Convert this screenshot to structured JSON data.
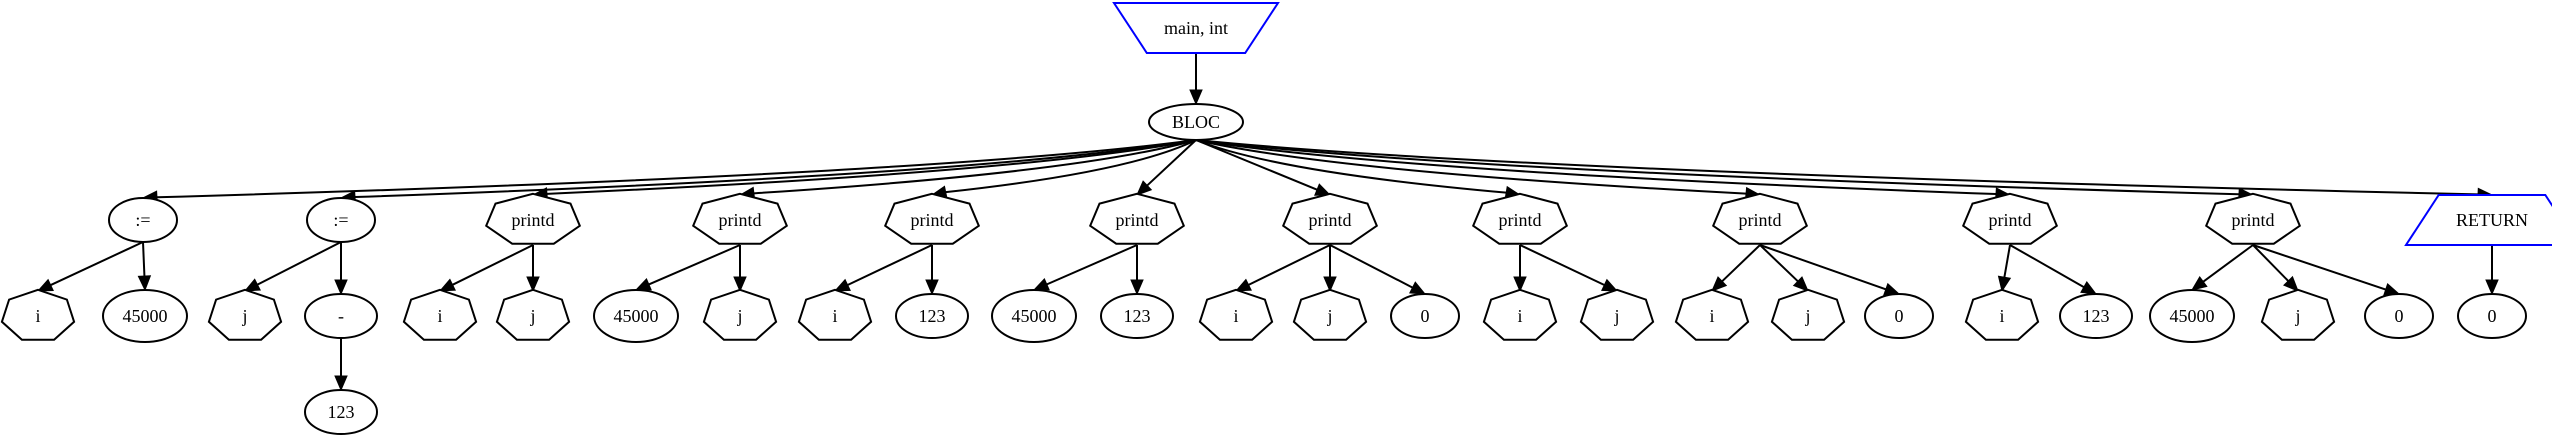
{
  "diagram": {
    "nodes": [
      {
        "id": "main",
        "label": "main, int",
        "shape": "invtrapezium",
        "color": "#0000ff"
      },
      {
        "id": "bloc",
        "label": "BLOC",
        "shape": "ellipse"
      },
      {
        "id": "a1",
        "label": ":=",
        "shape": "ellipse"
      },
      {
        "id": "a1_i",
        "label": "i",
        "shape": "septagon"
      },
      {
        "id": "a1_v",
        "label": "45000",
        "shape": "ellipse"
      },
      {
        "id": "a2",
        "label": ":=",
        "shape": "ellipse"
      },
      {
        "id": "a2_j",
        "label": "j",
        "shape": "septagon"
      },
      {
        "id": "a2_neg",
        "label": "-",
        "shape": "ellipse"
      },
      {
        "id": "a2_v",
        "label": "123",
        "shape": "ellipse"
      },
      {
        "id": "p1",
        "label": "printd",
        "shape": "septagon"
      },
      {
        "id": "p1_i",
        "label": "i",
        "shape": "septagon"
      },
      {
        "id": "p1_j",
        "label": "j",
        "shape": "septagon"
      },
      {
        "id": "p2",
        "label": "printd",
        "shape": "septagon"
      },
      {
        "id": "p2_v",
        "label": "45000",
        "shape": "ellipse"
      },
      {
        "id": "p2_j",
        "label": "j",
        "shape": "septagon"
      },
      {
        "id": "p3",
        "label": "printd",
        "shape": "septagon"
      },
      {
        "id": "p3_i",
        "label": "i",
        "shape": "septagon"
      },
      {
        "id": "p3_v",
        "label": "123",
        "shape": "ellipse"
      },
      {
        "id": "p4",
        "label": "printd",
        "shape": "septagon"
      },
      {
        "id": "p4_v1",
        "label": "45000",
        "shape": "ellipse"
      },
      {
        "id": "p4_v2",
        "label": "123",
        "shape": "ellipse"
      },
      {
        "id": "p5",
        "label": "printd",
        "shape": "septagon"
      },
      {
        "id": "p5_i",
        "label": "i",
        "shape": "septagon"
      },
      {
        "id": "p5_j",
        "label": "j",
        "shape": "septagon"
      },
      {
        "id": "p5_z",
        "label": "0",
        "shape": "ellipse"
      },
      {
        "id": "p6",
        "label": "printd",
        "shape": "septagon"
      },
      {
        "id": "p6_i",
        "label": "i",
        "shape": "septagon"
      },
      {
        "id": "p6_j",
        "label": "j",
        "shape": "septagon"
      },
      {
        "id": "p7",
        "label": "printd",
        "shape": "septagon"
      },
      {
        "id": "p7_i",
        "label": "i",
        "shape": "septagon"
      },
      {
        "id": "p7_j",
        "label": "j",
        "shape": "septagon"
      },
      {
        "id": "p7_z",
        "label": "0",
        "shape": "ellipse"
      },
      {
        "id": "p8",
        "label": "printd",
        "shape": "septagon"
      },
      {
        "id": "p8_i",
        "label": "i",
        "shape": "septagon"
      },
      {
        "id": "p8_v",
        "label": "123",
        "shape": "ellipse"
      },
      {
        "id": "p9",
        "label": "printd",
        "shape": "septagon"
      },
      {
        "id": "p9_v",
        "label": "45000",
        "shape": "ellipse"
      },
      {
        "id": "p9_j",
        "label": "j",
        "shape": "septagon"
      },
      {
        "id": "p9_z",
        "label": "0",
        "shape": "ellipse"
      },
      {
        "id": "ret",
        "label": "RETURN",
        "shape": "trapezium",
        "color": "#0000ff"
      },
      {
        "id": "ret_z",
        "label": "0",
        "shape": "ellipse"
      }
    ],
    "edges": [
      [
        "main",
        "bloc"
      ],
      [
        "bloc",
        "a1"
      ],
      [
        "bloc",
        "a2"
      ],
      [
        "bloc",
        "p1"
      ],
      [
        "bloc",
        "p2"
      ],
      [
        "bloc",
        "p3"
      ],
      [
        "bloc",
        "p4"
      ],
      [
        "bloc",
        "p5"
      ],
      [
        "bloc",
        "p6"
      ],
      [
        "bloc",
        "p7"
      ],
      [
        "bloc",
        "p8"
      ],
      [
        "bloc",
        "p9"
      ],
      [
        "bloc",
        "ret"
      ],
      [
        "a1",
        "a1_i"
      ],
      [
        "a1",
        "a1_v"
      ],
      [
        "a2",
        "a2_j"
      ],
      [
        "a2",
        "a2_neg"
      ],
      [
        "a2_neg",
        "a2_v"
      ],
      [
        "p1",
        "p1_i"
      ],
      [
        "p1",
        "p1_j"
      ],
      [
        "p2",
        "p2_v"
      ],
      [
        "p2",
        "p2_j"
      ],
      [
        "p3",
        "p3_i"
      ],
      [
        "p3",
        "p3_v"
      ],
      [
        "p4",
        "p4_v1"
      ],
      [
        "p4",
        "p4_v2"
      ],
      [
        "p5",
        "p5_i"
      ],
      [
        "p5",
        "p5_j"
      ],
      [
        "p5",
        "p5_z"
      ],
      [
        "p6",
        "p6_i"
      ],
      [
        "p6",
        "p6_j"
      ],
      [
        "p7",
        "p7_i"
      ],
      [
        "p7",
        "p7_j"
      ],
      [
        "p7",
        "p7_z"
      ],
      [
        "p8",
        "p8_i"
      ],
      [
        "p8",
        "p8_v"
      ],
      [
        "p9",
        "p9_v"
      ],
      [
        "p9",
        "p9_j"
      ],
      [
        "p9",
        "p9_z"
      ],
      [
        "ret",
        "ret_z"
      ]
    ]
  }
}
